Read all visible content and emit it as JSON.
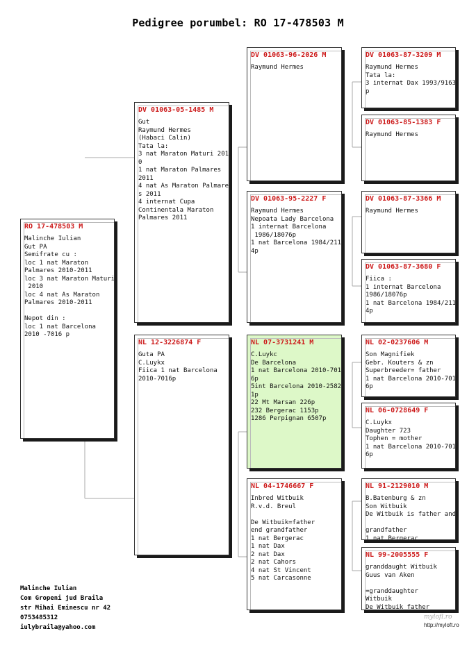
{
  "title": "Pedigree porumbel: RO 17-478503 M",
  "cards": {
    "subject": {
      "id": "RO 17-478503 M",
      "text": "Malinche Iulian\nGut PA\nSemifrate cu :\nloc 1 nat Maraton\nPalmares 2010-2011\nloc 3 nat Maraton Maturi\n 2010\nloc 4 nat As Maraton\nPalmares 2010-2011\n\nNepot din :\nloc 1 nat Barcelona\n2010 -7016 p"
    },
    "sire": {
      "id": "DV 01063-05-1485 M",
      "text": "Gut\nRaymund Hermes\n(Habaci Calin)\nTata la:\n3 nat Maraton Maturi 201\n0\n1 nat Maraton Palmares\n2011\n4 nat As Maraton Palmare\ns 2011\n4 internat Cupa\nContinentala Maraton\nPalmares 2011"
    },
    "dam": {
      "id": "NL 12-3226874 F",
      "text": "Guta PA\nC.Luykx\nFiica 1 nat Barcelona\n2010-7016p"
    },
    "ss": {
      "id": "DV 01063-96-2026 M",
      "text": "Raymund Hermes"
    },
    "sd": {
      "id": "DV 01063-95-2227 F",
      "text": "Raymund Hermes\nNepoata Lady Barcelona\n1 internat Barcelona\n 1986/18076p\n1 nat Barcelona 1984/211\n4p"
    },
    "ds": {
      "id": "NL 07-3731241 M",
      "text": "C.Luykc\nDe Barcelona\n1 nat Barcelona 2010-701\n6p\n5int Barcelona 2010-2582\n1p\n22 Mt Marsan 226p\n232 Bergerac 1153p\n1286 Perpignan 6507p"
    },
    "dd": {
      "id": "NL 04-1746667 F",
      "text": "Inbred Witbuik\nR.v.d. Breul\n\nDe Witbuik=father\nend grandfather\n1 nat Bergerac\n1 nat Dax\n2 nat Dax\n2 nat Cahors\n4 nat St Vincent\n5 nat Carcasonne"
    },
    "sss": {
      "id": "DV 01063-87-3209 M",
      "text": "Raymund Hermes\nTata la:\n3 internat Dax 1993/9163\np"
    },
    "ssd": {
      "id": "DV 01063-85-1383 F",
      "text": "Raymund Hermes"
    },
    "sds": {
      "id": "DV 01063-87-3366 M",
      "text": "Raymund Hermes"
    },
    "sdd": {
      "id": "DV 01063-87-3680 F",
      "text": "Fiica :\n1 internat Barcelona\n1986/18076p\n1 nat Barcelona 1984/211\n4p"
    },
    "dss": {
      "id": "NL 02-0237606 M",
      "text": "Son Magnifiek\nGebr. Kouters & zn\nSuperbreeder= father\n1 nat Barcelona 2010-701\n6p"
    },
    "dsd": {
      "id": "NL 06-0728649 F",
      "text": "C.Luykx\nDaughter 723\nTophen = mother\n1 nat Barcelona 2010-701\n6p"
    },
    "dds": {
      "id": "NL 91-2129010 M",
      "text": "B.Batenburg & zn\nSon Witbuik\nDe Witbuik is father and\n\ngrandfather\n1 nat Bergerac"
    },
    "ddd": {
      "id": "NL 99-2005555 F",
      "text": "granddaught Witbuik\nGuus van Aken\n\n=granddaughter\nWitbuik\nDe Witbuik father"
    }
  },
  "owner": {
    "name": "Malinche Iulian",
    "address1": "Com Gropeni jud Braila",
    "address2": "str Mihai Eminescu nr 42",
    "phone": "0753485312",
    "email": "iulybraila@yahoo.com"
  },
  "watermark": {
    "logo": "mylofl.ro",
    "url": "http://myloft.ro"
  }
}
